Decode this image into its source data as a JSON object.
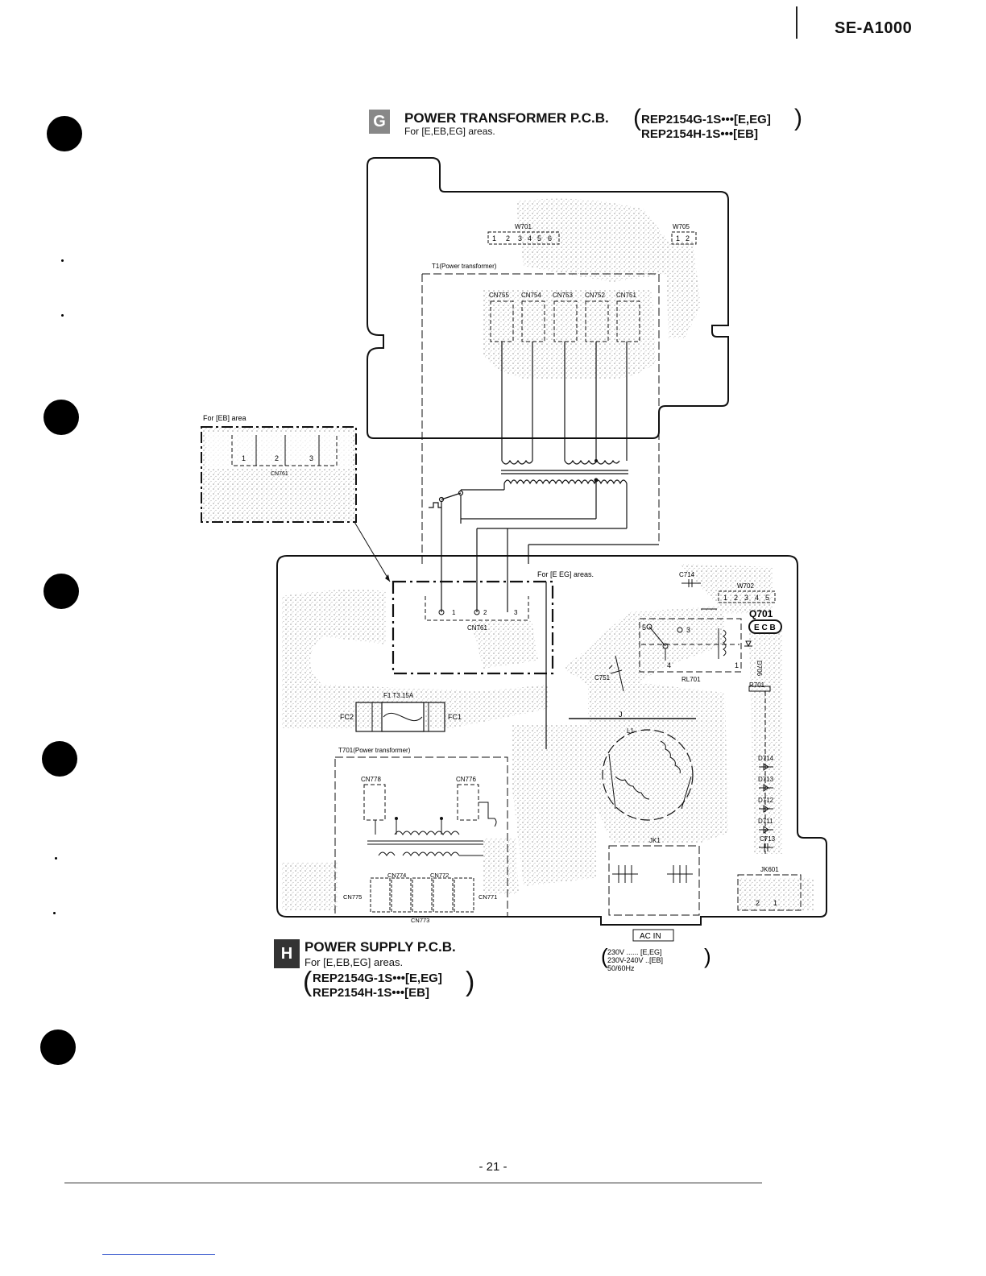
{
  "header": {
    "model": "SE-A1000"
  },
  "section_g": {
    "badge": "G",
    "title": "POWER TRANSFORMER P.C.B.",
    "subtitle": "For [E,EB,EG] areas.",
    "part_numbers": [
      "REP2154G-1S•••[E,EG]",
      "REP2154H-1S•••[EB]"
    ]
  },
  "section_h": {
    "badge": "H",
    "title": "POWER SUPPLY P.C.B.",
    "subtitle": "For [E,EB,EG] areas.",
    "part_numbers": [
      "REP2154G-1S•••[E,EG]",
      "REP2154H-1S•••[EB]"
    ]
  },
  "diagram_labels": {
    "w701": "W701",
    "w701_pins": [
      "1",
      "2",
      "3",
      "4",
      "5",
      "6"
    ],
    "w705": "W705",
    "w705_pins": [
      "1",
      "2"
    ],
    "t1": "T1(Power transformer)",
    "cn_top": [
      "CN755",
      "CN754",
      "CN753",
      "CN752",
      "CN751"
    ],
    "eb_area": "For [EB] area",
    "cn761": "CN761",
    "cn761_pins": [
      "1",
      "2",
      "3"
    ],
    "e_eg_area": "For [E EG] areas.",
    "c714": "C714",
    "w702": "W702",
    "w702_pins": [
      "1",
      "2",
      "3",
      "4",
      "5"
    ],
    "q701": "Q701",
    "q701_pins": "E C B",
    "relay_pins": [
      "5",
      "3",
      "4",
      "1"
    ],
    "d706": "D706",
    "c751": "C751",
    "rl701": "RL701",
    "r701": "R701",
    "fuse": "F1 T3.15A",
    "fc2": "FC2",
    "fc1": "FC1",
    "j": "J",
    "l1": "L1",
    "t701": "T701(Power transformer)",
    "cn778": "CN778",
    "cn776": "CN776",
    "cn774": "CN774",
    "cn772": "CN772",
    "cn775": "CN775",
    "cn771": "CN771",
    "cn773": "CN773",
    "d714": "D714",
    "d713": "D713",
    "d712": "D712",
    "d711": "D711",
    "c713": "C713",
    "jk1": "JK1",
    "jk601": "JK601",
    "jk601_pins": [
      "2",
      "1"
    ],
    "ac_in": "AC IN",
    "ac_spec": [
      "230V ...... [E,EG]",
      "230V-240V ..[EB]",
      "50/60Hz"
    ]
  },
  "footer": {
    "page": "- 21 -"
  }
}
